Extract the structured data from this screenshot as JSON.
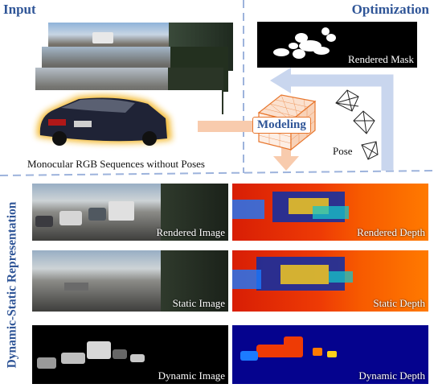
{
  "top": {
    "input_title": "Input",
    "optimization_title": "Optimization",
    "input_caption": "Monocular RGB Sequences without Poses",
    "modeling_label": "Modeling",
    "pose_label": "Pose",
    "rendered_mask_label": "Rendered Mask"
  },
  "bottom": {
    "section_title": "Dynamic-Static Representation",
    "panels": [
      {
        "label": "Rendered Image"
      },
      {
        "label": "Rendered Depth"
      },
      {
        "label": "Static Image"
      },
      {
        "label": "Static Depth"
      },
      {
        "label": "Dynamic Image"
      },
      {
        "label": "Dynamic Depth"
      }
    ]
  },
  "colors": {
    "accent": "#2f5597",
    "arrow_blue": "#c9d6ee",
    "arrow_peach": "#f8cbad",
    "modeling_orange": "#e8772e"
  }
}
